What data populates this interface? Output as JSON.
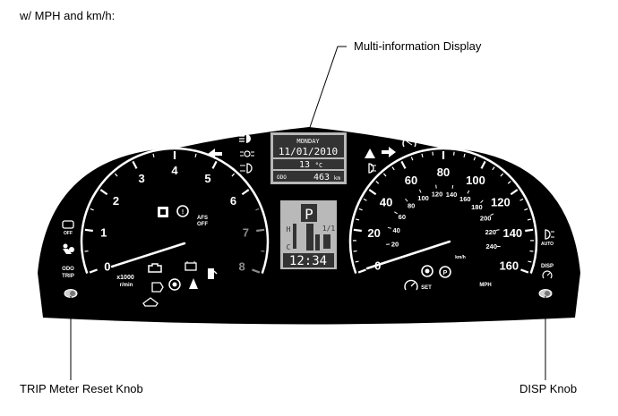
{
  "header": {
    "title": "w/ MPH and km/h:"
  },
  "callouts": {
    "multi_info": "Multi-information Display",
    "trip_knob": "TRIP Meter Reset Knob",
    "disp_knob": "DISP Knob"
  },
  "tach": {
    "numbers": [
      "0",
      "1",
      "2",
      "3",
      "4",
      "5",
      "6",
      "7",
      "8"
    ],
    "unit_line1": "x1000",
    "unit_line2": "r/min",
    "afs_line1": "AFS",
    "afs_line2": "OFF"
  },
  "speedo": {
    "mph_numbers": [
      "0",
      "20",
      "40",
      "60",
      "80",
      "100",
      "120",
      "140",
      "160"
    ],
    "kmh_numbers": [
      "20",
      "40",
      "60",
      "80",
      "100",
      "120",
      "140",
      "160",
      "180",
      "200",
      "220",
      "240"
    ],
    "mph_unit": "MPH",
    "kmh_unit": "km/h",
    "set_label": "SET"
  },
  "display": {
    "day": "MONDAY",
    "date": "11/01/2010",
    "temp": "13",
    "temp_unit": "°C",
    "odo_label": "ODO",
    "odo_value": "463",
    "odo_unit": "km",
    "gear": "P",
    "shift_range": "1/1",
    "temp_hi": "H",
    "temp_lo": "C",
    "clock": "12:34"
  },
  "left_side": {
    "odo_label": "ODO",
    "trip_label": "TRIP",
    "off_label": "OFF"
  },
  "right_side": {
    "disp_label": "DISP",
    "auto_label": "AUTO"
  },
  "colors": {
    "cluster": "#000000",
    "lcd": "#b9b9b9",
    "lcd_dark": "#333333",
    "redline": "#8a8a8a"
  }
}
